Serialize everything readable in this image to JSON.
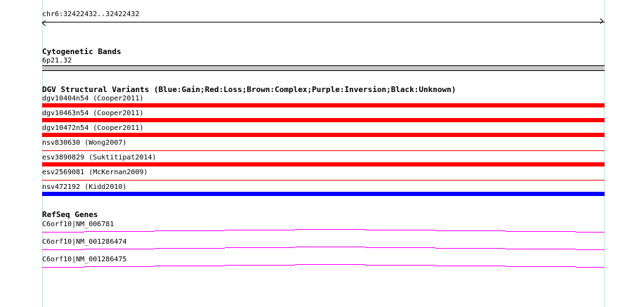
{
  "ruler": {
    "location": "chr6:32422432..32422432"
  },
  "cytoband": {
    "title": "Cytogenetic Bands",
    "band": "6p21.32"
  },
  "dgv": {
    "title": "DGV Structural Variants (Blue:Gain;Red:Loss;Brown:Complex;Purple:Inversion;Black:Unknown)",
    "items": [
      {
        "label": "dgv10404n54 (Cooper2011)",
        "color": "#ff0000",
        "style": "thick"
      },
      {
        "label": "dgv10463n54 (Cooper2011)",
        "color": "#ff0000",
        "style": "thick"
      },
      {
        "label": "dgv10472n54 (Cooper2011)",
        "color": "#ff0000",
        "style": "thick"
      },
      {
        "label": "nsv830630 (Wong2007)",
        "color": "#ff0000",
        "style": "thin"
      },
      {
        "label": "esv3890829 (Suktitipat2014)",
        "color": "#ff0000",
        "style": "thick"
      },
      {
        "label": "esv2569081 (McKernan2009)",
        "color": "#ff0000",
        "style": "thin"
      },
      {
        "label": "nsv472192 (Kidd2010)",
        "color": "#0000ff",
        "style": "thick"
      }
    ]
  },
  "refseq": {
    "title": "RefSeq Genes",
    "color": "#ff00ff",
    "items": [
      {
        "label": "C6orf10|NM_006781"
      },
      {
        "label": "C6orf10|NM_001286474"
      },
      {
        "label": "C6orf10|NM_001286475"
      }
    ]
  }
}
